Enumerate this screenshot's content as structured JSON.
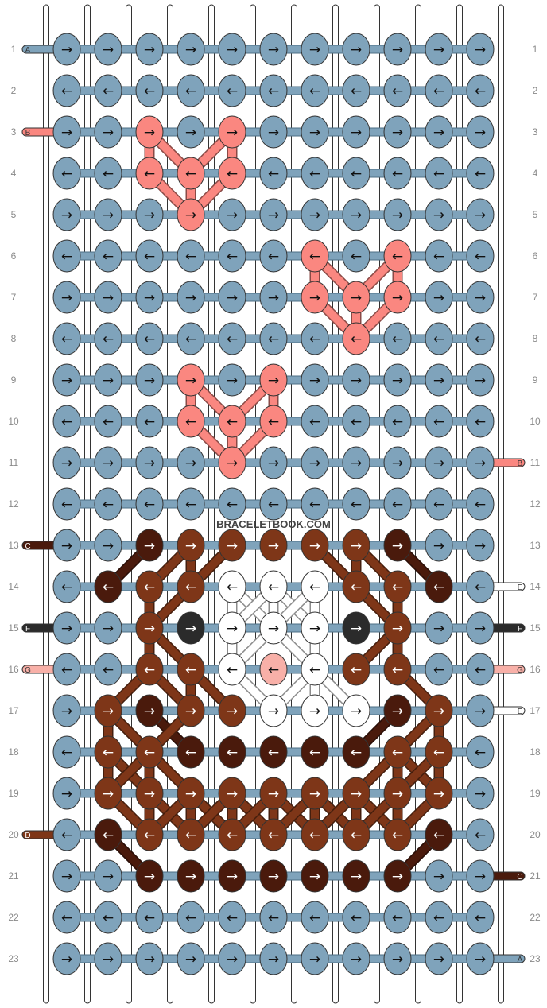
{
  "watermark": "BRACELETBOOK.COM",
  "rows": [
    "1",
    "2",
    "3",
    "4",
    "5",
    "6",
    "7",
    "8",
    "9",
    "10",
    "11",
    "12",
    "13",
    "14",
    "15",
    "16",
    "17",
    "18",
    "19",
    "20",
    "21",
    "22",
    "23"
  ],
  "strand_colors": {
    "A": "#7fa3bb",
    "B": "#fa8780",
    "C": "#4a1a0c",
    "D": "#7e3618",
    "E": "#ffffff",
    "F": "#2b2b2b",
    "G": "#f8b0a8"
  },
  "strand_labels": {
    "left": [
      {
        "row": 1,
        "letter": "A"
      },
      {
        "row": 3,
        "letter": "B"
      },
      {
        "row": 13,
        "letter": "C"
      },
      {
        "row": 15,
        "letter": "F"
      },
      {
        "row": 16,
        "letter": "G"
      },
      {
        "row": 20,
        "letter": "D"
      }
    ],
    "right": [
      {
        "row": 11,
        "letter": "B"
      },
      {
        "row": 14,
        "letter": "E"
      },
      {
        "row": 15,
        "letter": "F"
      },
      {
        "row": 16,
        "letter": "G"
      },
      {
        "row": 17,
        "letter": "E"
      },
      {
        "row": 21,
        "letter": "C"
      },
      {
        "row": 23,
        "letter": "A"
      }
    ]
  },
  "knot_symbols": {
    "R": "→",
    "L": "←"
  },
  "knots": [
    "RRRRRRRRRRR",
    "LLLLLLLLLLL",
    "RRRRRRRRRRR",
    "LLLLLLLLLLL",
    "RRRRRRRRRRR",
    "LLLLLLLLLLL",
    "RRRRRRRRRRR",
    "LLLLLLLLLLL",
    "RRRRRRRRRRR",
    "LLLLLLLLLLL",
    "RRRRRRRRRRR",
    "LLLLLLLLLLL",
    "RRRRRRRRRRR",
    "LLLLLLLLLLL",
    "RRRRRRRRRRR",
    "LLLLLLLLLLL",
    "RRRRRRRRRRR",
    "LLLLLLLLLLL",
    "RRRRRRRRRRR",
    "LLLLLLLLLLL",
    "RRRRRRRRRRR",
    "LLLLLLLLLLL",
    "RRRRRRRRRRR"
  ],
  "colors": [
    "AAAAAAAAAAA",
    "AAAAAAAAAAA",
    "AABABAAAAAA",
    "AABBBAAAAAA",
    "AAABAAAAAAA",
    "AAAAAABABAA",
    "AAAAAABBBAA",
    "AAAAAAABAAA",
    "AAABABAAAAA",
    "AAABBBAAAAA",
    "AAAABAAAAAA",
    "AAAAAAAAAAA",
    "AACDDDDDCAA",
    "ACDDEEEDDCA",
    "AADFEEEFDAA",
    "AADDEGEDDAA",
    "ADCDDEEECDA",
    "ADDCCCCCDDA",
    "ADDDDDDDDDA",
    "ACDDDDDDDCA",
    "AACCCCCCCAA",
    "AAAAAAAAAAA",
    "AAAAAAAAAAA"
  ]
}
